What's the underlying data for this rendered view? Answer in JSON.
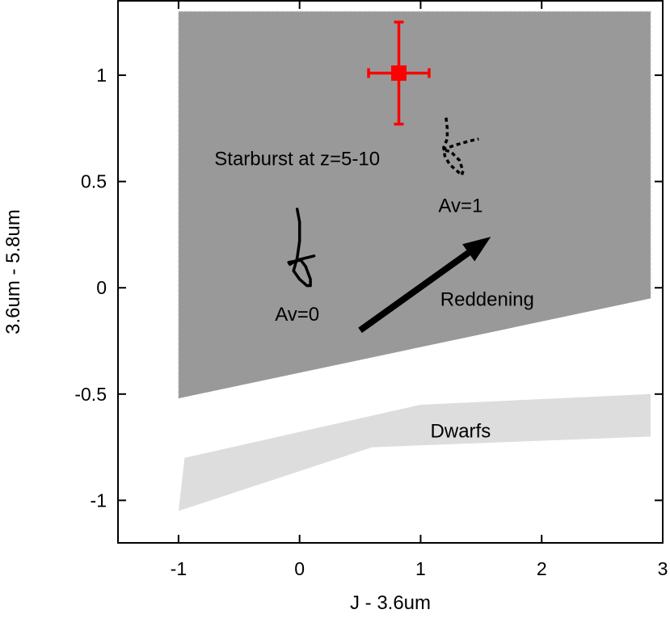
{
  "chart_data": {
    "type": "scatter",
    "title": "",
    "xlabel": "J - 3.6um",
    "ylabel": "3.6um - 5.8um",
    "xlim": [
      -1.5,
      3
    ],
    "ylim": [
      -1.2,
      1.35
    ],
    "x_ticks": [
      -1,
      0,
      1,
      2,
      3
    ],
    "y_ticks": [
      -1,
      -0.5,
      0,
      0.5,
      1
    ],
    "x_tick_labels": [
      "-1",
      "0",
      "1",
      "2",
      "3"
    ],
    "y_tick_labels": [
      "-1",
      "-0.5",
      "0",
      "0.5",
      "1"
    ],
    "grid": false,
    "regions": [
      {
        "name": "starburst",
        "label": "Starburst at z=5-10",
        "color": "#999999",
        "polygon": [
          [
            -1,
            1.3
          ],
          [
            2.9,
            1.3
          ],
          [
            2.9,
            -0.05
          ],
          [
            -1,
            -0.52
          ]
        ]
      },
      {
        "name": "dwarfs",
        "label": "Dwarfs",
        "color": "#dddddd",
        "polygon": [
          [
            -0.95,
            -0.8
          ],
          [
            1.0,
            -0.55
          ],
          [
            2.9,
            -0.5
          ],
          [
            2.9,
            -0.7
          ],
          [
            0.6,
            -0.75
          ],
          [
            -1.0,
            -1.05
          ]
        ]
      }
    ],
    "tracks": [
      {
        "name": "av0",
        "label": "Av=0",
        "style": "solid",
        "points": [
          [
            -0.02,
            0.37
          ],
          [
            0.0,
            0.31
          ],
          [
            0.0,
            0.22
          ],
          [
            -0.02,
            0.14
          ],
          [
            -0.05,
            0.08
          ],
          [
            0.0,
            0.04
          ],
          [
            0.06,
            0.01
          ],
          [
            0.09,
            0.01
          ],
          [
            0.09,
            0.04
          ],
          [
            0.05,
            0.1
          ],
          [
            0.01,
            0.13
          ],
          [
            -0.09,
            0.12
          ],
          [
            -0.08,
            0.11
          ],
          [
            -0.02,
            0.13
          ],
          [
            0.12,
            0.15
          ]
        ]
      },
      {
        "name": "av1",
        "label": "Av=1",
        "style": "dashed",
        "points": [
          [
            1.21,
            0.8
          ],
          [
            1.22,
            0.75
          ],
          [
            1.22,
            0.7
          ],
          [
            1.19,
            0.66
          ],
          [
            1.2,
            0.62
          ],
          [
            1.24,
            0.58
          ],
          [
            1.3,
            0.55
          ],
          [
            1.34,
            0.53
          ],
          [
            1.35,
            0.55
          ],
          [
            1.32,
            0.6
          ],
          [
            1.25,
            0.64
          ],
          [
            1.18,
            0.65
          ],
          [
            1.28,
            0.67
          ],
          [
            1.4,
            0.69
          ],
          [
            1.48,
            0.7
          ]
        ]
      }
    ],
    "arrow": {
      "label": "Reddening",
      "from": [
        0.5,
        -0.2
      ],
      "to": [
        1.58,
        0.24
      ]
    },
    "points": [
      {
        "name": "observed",
        "x": 0.82,
        "y": 1.01,
        "xerr": 0.25,
        "yerr": 0.24,
        "color": "#ff0000",
        "marker": "square"
      }
    ],
    "annotations": [
      {
        "text": "Starburst at z=5-10",
        "x": -0.02,
        "y": 0.6
      },
      {
        "text": "Av=1",
        "x": 1.33,
        "y": 0.38
      },
      {
        "text": "Av=0",
        "x": -0.02,
        "y": -0.13
      },
      {
        "text": "Reddening",
        "x": 1.55,
        "y": -0.06
      },
      {
        "text": "Dwarfs",
        "x": 1.33,
        "y": -0.68
      }
    ]
  }
}
